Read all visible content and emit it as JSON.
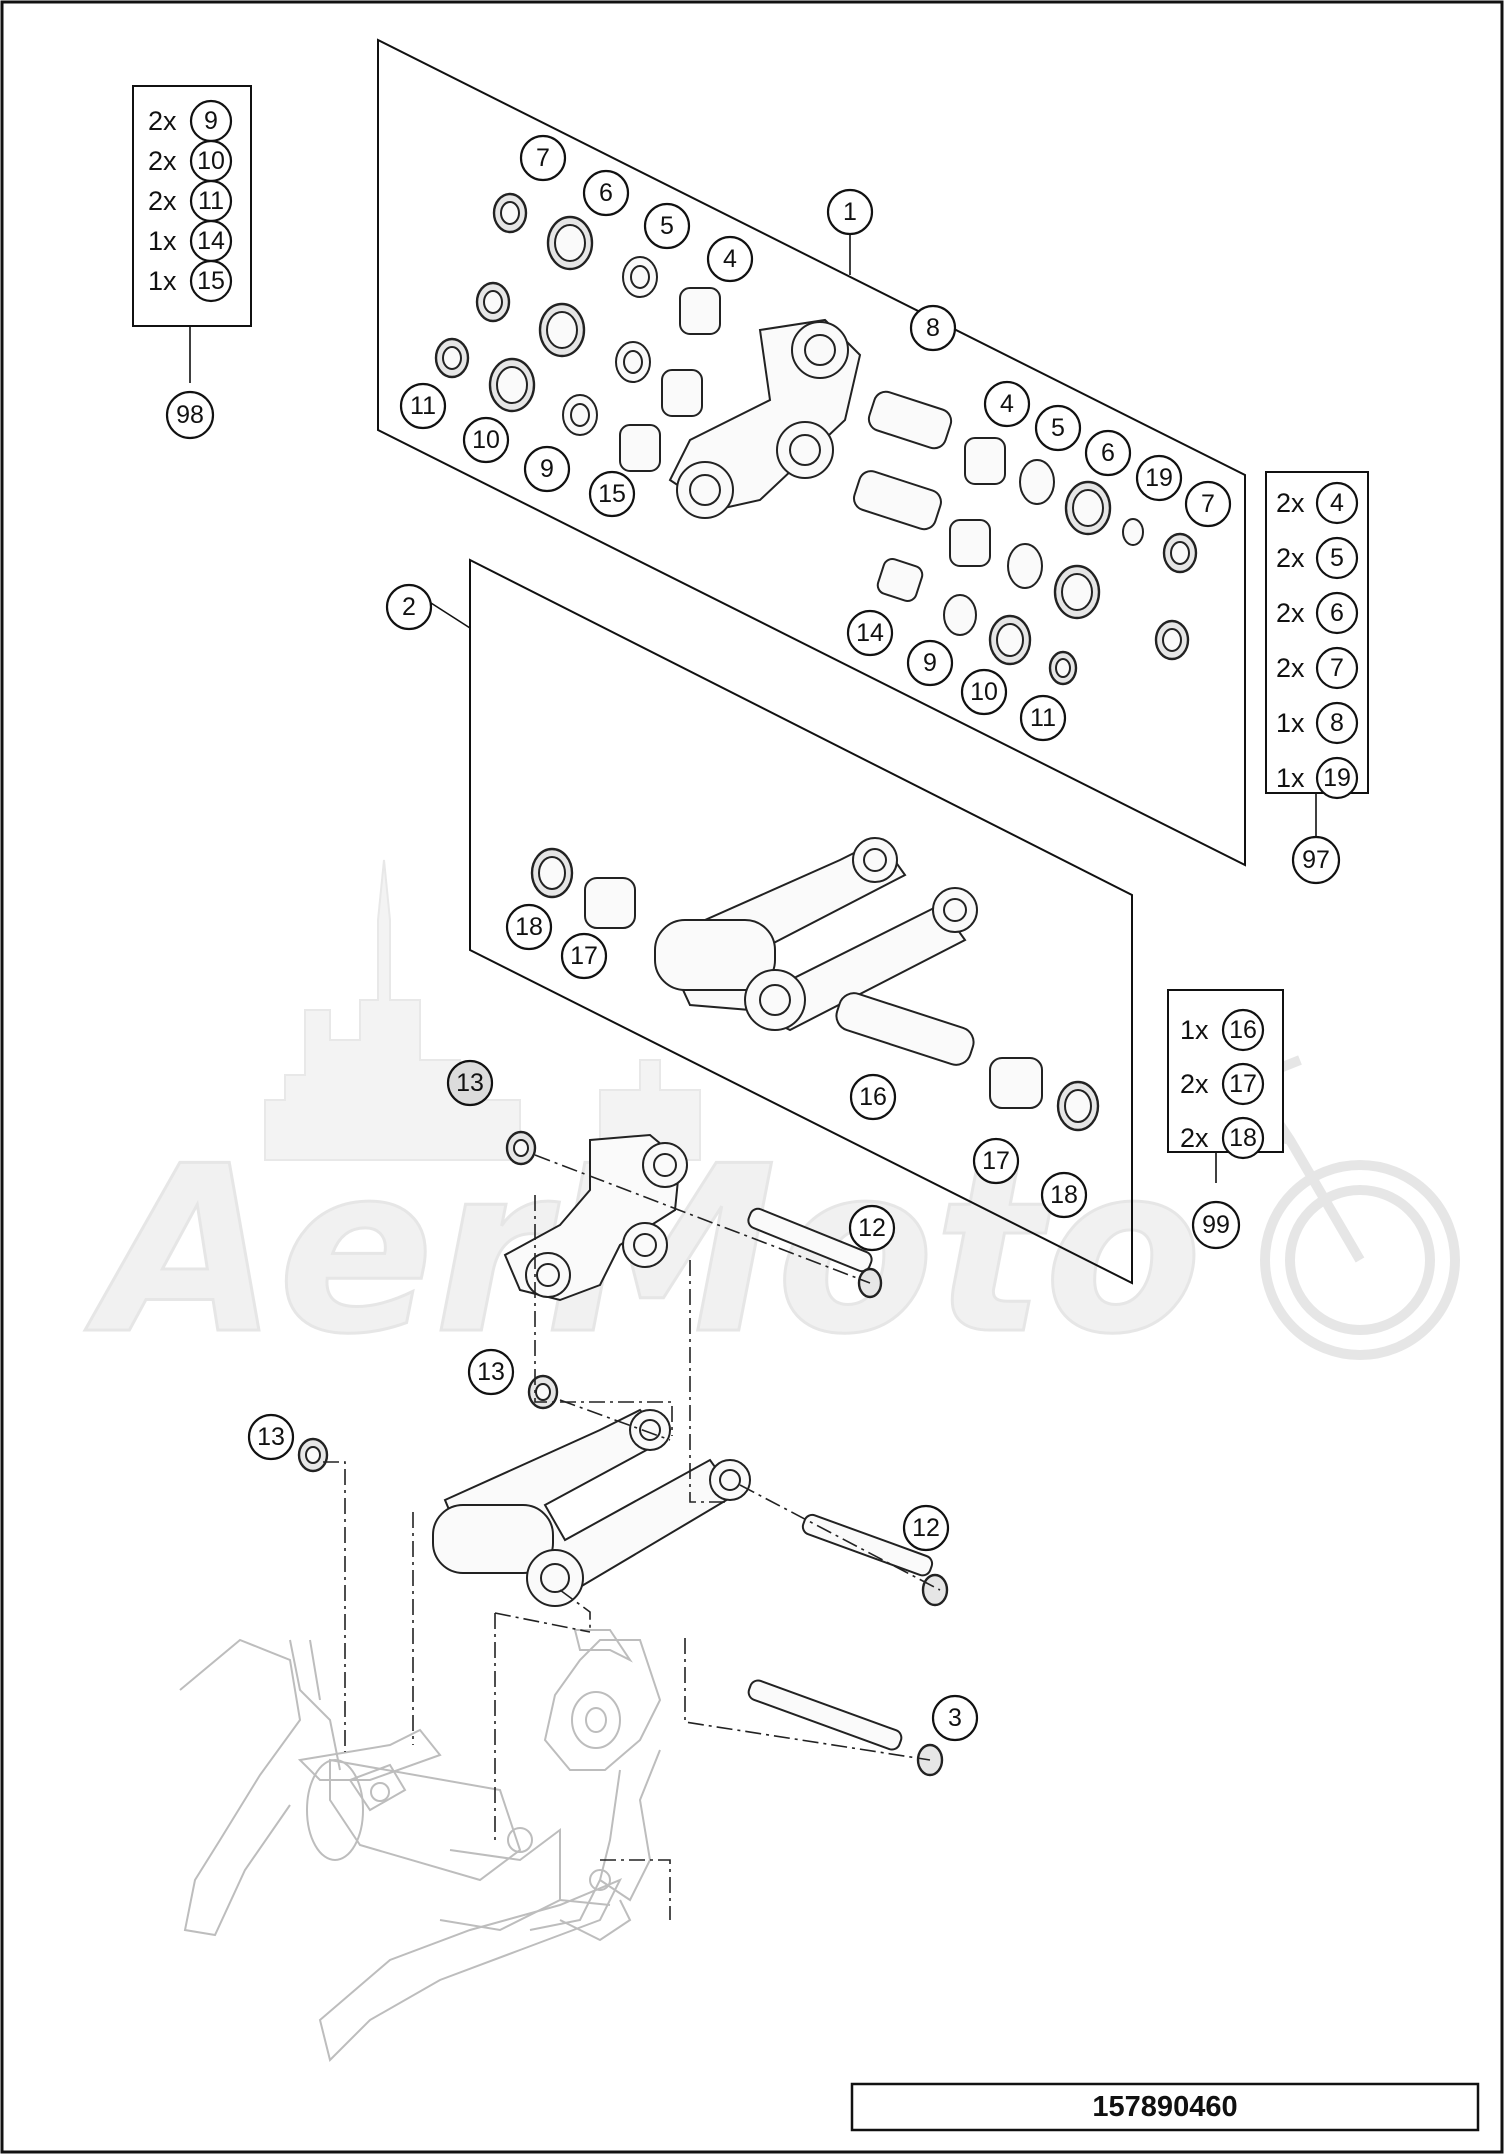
{
  "drawing_number": "157890460",
  "watermark": "AerMoto",
  "colors": {
    "line": "#111111",
    "watermark": "#e6e6e6",
    "callout_fill": "#ffffff",
    "callout_fill_alt": "#dcdcdc"
  },
  "callouts": {
    "c1": "1",
    "c2": "2",
    "c3": "3",
    "c4a": "4",
    "c4b": "4",
    "c5a": "5",
    "c5b": "5",
    "c6a": "6",
    "c6b": "6",
    "c7a": "7",
    "c7b": "7",
    "c8": "8",
    "c9a": "9",
    "c9b": "9",
    "c10a": "10",
    "c10b": "10",
    "c11a": "11",
    "c11b": "11",
    "c12a": "12",
    "c12b": "12",
    "c13a": "13",
    "c13b": "13",
    "c13c": "13",
    "c14": "14",
    "c15": "15",
    "c16": "16",
    "c17a": "17",
    "c17b": "17",
    "c18a": "18",
    "c18b": "18",
    "c19": "19"
  },
  "kits": {
    "k98": {
      "label": "98",
      "items": [
        {
          "qty": "2x",
          "part": "9"
        },
        {
          "qty": "2x",
          "part": "10"
        },
        {
          "qty": "2x",
          "part": "11"
        },
        {
          "qty": "1x",
          "part": "14"
        },
        {
          "qty": "1x",
          "part": "15"
        }
      ]
    },
    "k97": {
      "label": "97",
      "items": [
        {
          "qty": "2x",
          "part": "4"
        },
        {
          "qty": "2x",
          "part": "5"
        },
        {
          "qty": "2x",
          "part": "6"
        },
        {
          "qty": "2x",
          "part": "7"
        },
        {
          "qty": "1x",
          "part": "8"
        },
        {
          "qty": "1x",
          "part": "19"
        }
      ]
    },
    "k99": {
      "label": "99",
      "items": [
        {
          "qty": "1x",
          "part": "16"
        },
        {
          "qty": "2x",
          "part": "17"
        },
        {
          "qty": "2x",
          "part": "18"
        }
      ]
    }
  }
}
